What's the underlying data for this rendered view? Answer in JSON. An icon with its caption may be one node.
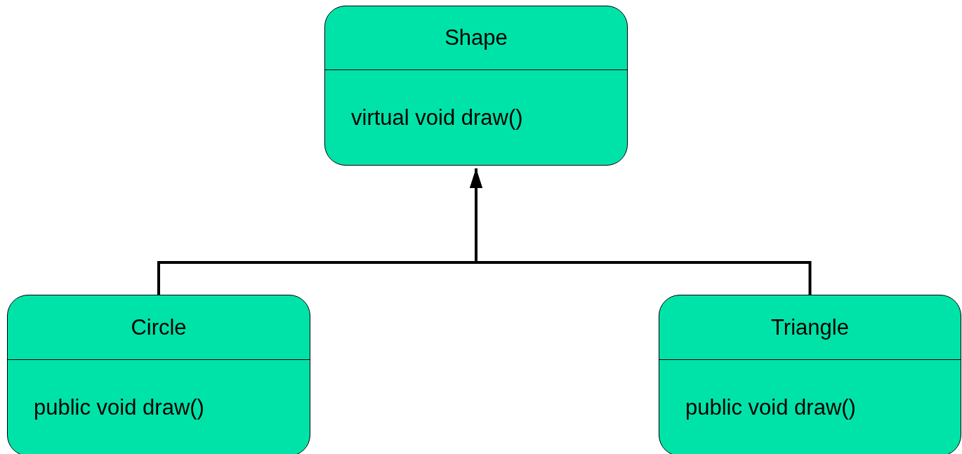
{
  "diagram": {
    "nodes": [
      {
        "text": [
          "Shape",
          "virtual void draw()"
        ]
      },
      {
        "text": [
          "Circle",
          "public void draw()"
        ]
      },
      {
        "text": [
          "Triangle",
          "public void draw()"
        ]
      }
    ],
    "edges": [
      {
        "from": 1,
        "to": 0,
        "arrow": "to"
      },
      {
        "from": 2,
        "to": 0,
        "arrow": "to"
      }
    ]
  }
}
